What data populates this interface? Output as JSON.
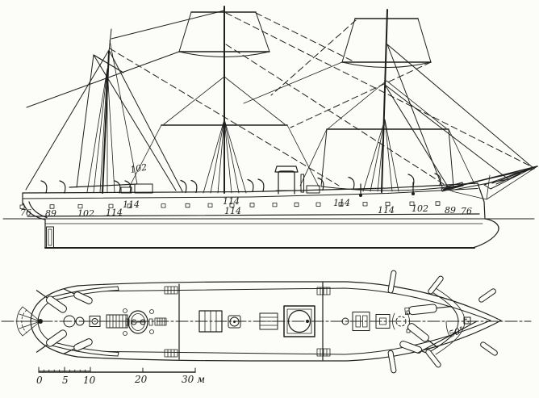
{
  "figure": {
    "background": "#fcfcf8",
    "ink": "#1e1e1e"
  },
  "side_view": {
    "upper_deck_gun_label": "102",
    "hull_gun_labels": [
      {
        "text": "76"
      },
      {
        "text": "89"
      },
      {
        "text": "102"
      },
      {
        "text": "114"
      },
      {
        "text": "114"
      },
      {
        "text": "114"
      },
      {
        "text": "114"
      },
      {
        "text": "114"
      },
      {
        "text": "114"
      },
      {
        "text": "102"
      },
      {
        "text": "89"
      },
      {
        "text": "76"
      }
    ]
  },
  "plan_view": {
    "bow_firing_arc_label": "50°"
  },
  "scale_bar": {
    "tick_labels": [
      "0",
      "5",
      "10",
      "20",
      "30 м"
    ]
  }
}
